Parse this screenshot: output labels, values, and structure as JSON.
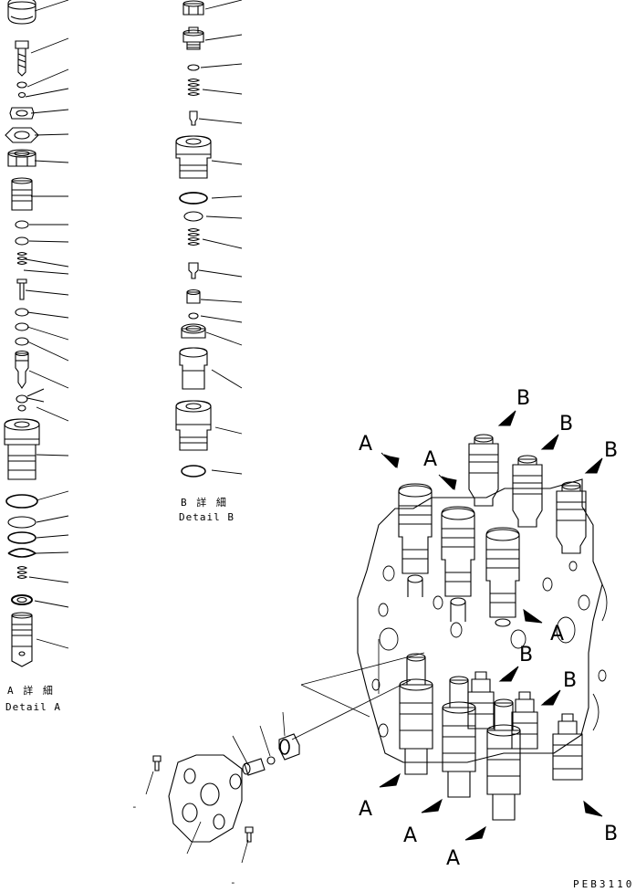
{
  "detail_a": {
    "title": "A 詳 細",
    "subtitle": "Detail A"
  },
  "detail_b": {
    "title": "B 詳 細",
    "subtitle": "Detail B"
  },
  "callouts": {
    "a": "A",
    "b": "B",
    "dash": "-"
  },
  "drawing_code": "PEB3110",
  "colors": {
    "line": "#000000",
    "background": "#ffffff"
  }
}
